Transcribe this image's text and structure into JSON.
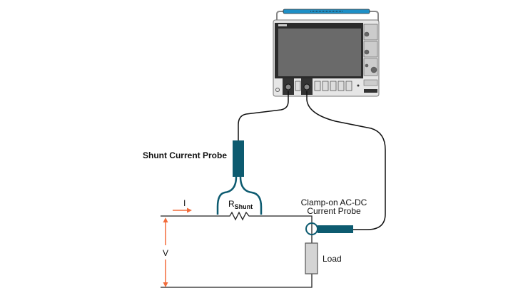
{
  "labels": {
    "shunt_probe": "Shunt Current Probe",
    "clamp_probe_line1": "Clamp-on AC-DC",
    "clamp_probe_line2": "Current Probe",
    "resistor": "R",
    "resistor_sub": "Shunt",
    "current": "I",
    "voltage": "V",
    "load": "Load"
  },
  "colors": {
    "probe": "#0d5b70",
    "arrow": "#f26b3a",
    "handle": "#1e8fc6",
    "load_fill": "#d4d4d4"
  }
}
